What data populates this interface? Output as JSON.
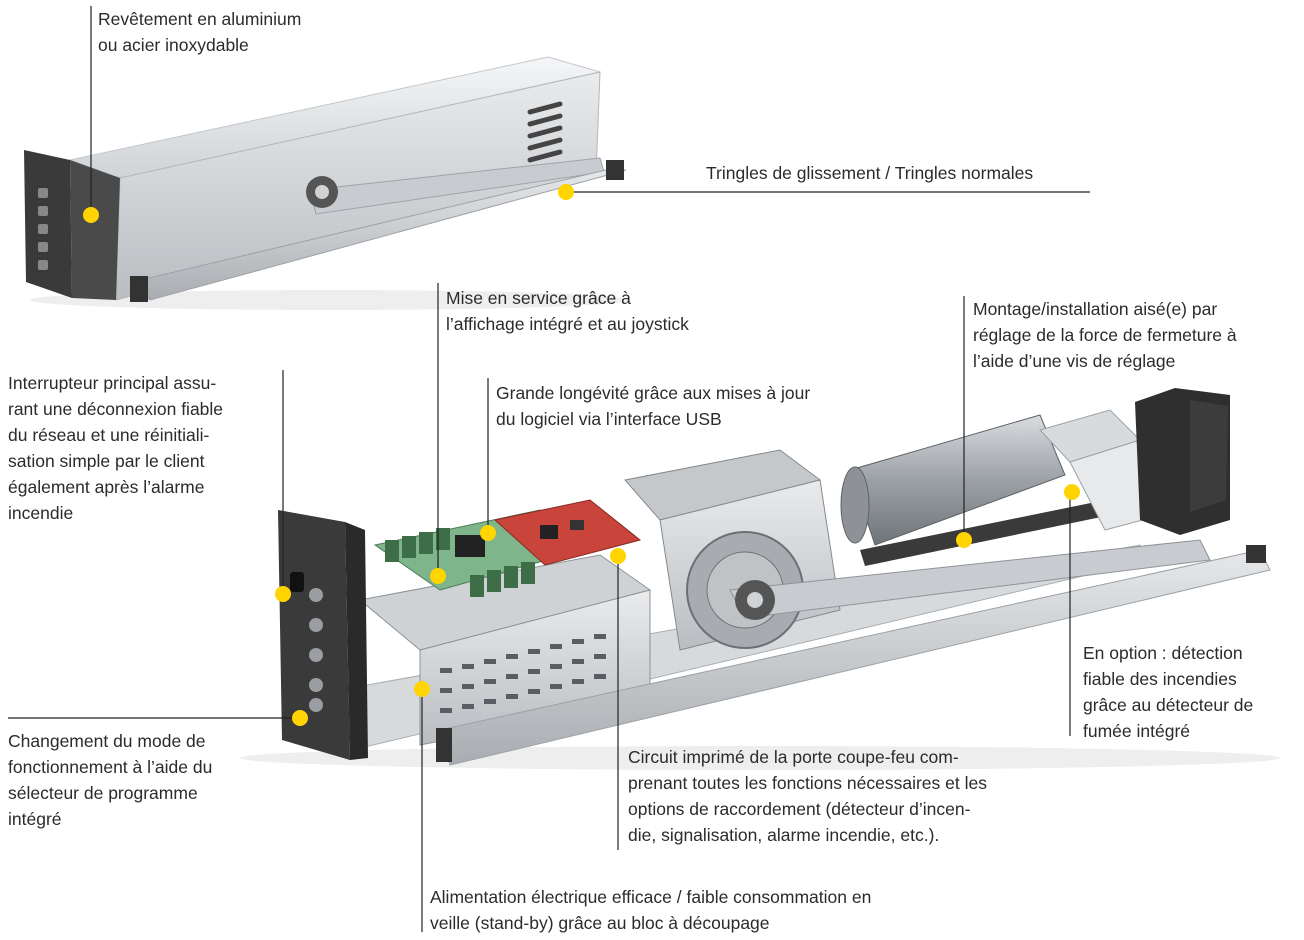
{
  "labels": {
    "housing": "Revêtement en aluminium\nou acier inoxydable",
    "rails": "Tringles de glissement / Tringles normales",
    "commissioning": "Mise en service grâce à\nl’affichage intégré et au joystick",
    "longevity": "Grande longévité grâce aux mises à jour\ndu logiciel via l’interface USB",
    "installation": "Montage/installation aisé(e) par\nréglage de la force de fermeture à\nl’aide d’une vis de réglage",
    "main_switch": "Interrupteur principal assu-\nrant une déconnexion fiable\ndu réseau et une réinitiali-\nsation simple par le client\négalement après l’alarme\nincendie",
    "mode_change": "Changement du mode de\nfonctionnement à l’aide du\nsélecteur de programme\nintégré",
    "smoke_detection": "En option : détection\nfiable des incendies\ngrâce au détecteur de\nfumée intégré",
    "circuit_board": "Circuit imprimé de la porte coupe-feu com-\nprenant toutes les fonctions nécessaires et les\noptions de raccordement (détecteur d’incen-\ndie, signalisation, alarme incendie, etc.).",
    "power_supply": "Alimentation électrique efficace / faible consommation en\nveille (stand-by) grâce au bloc à découpage"
  },
  "colors": {
    "marker": "#ffd400",
    "leader": "#222222",
    "housing": "#e4e6e8",
    "dark": "#2c2c2c",
    "pcb_green": "#7fb58a",
    "pcb_red": "#c9453c"
  }
}
